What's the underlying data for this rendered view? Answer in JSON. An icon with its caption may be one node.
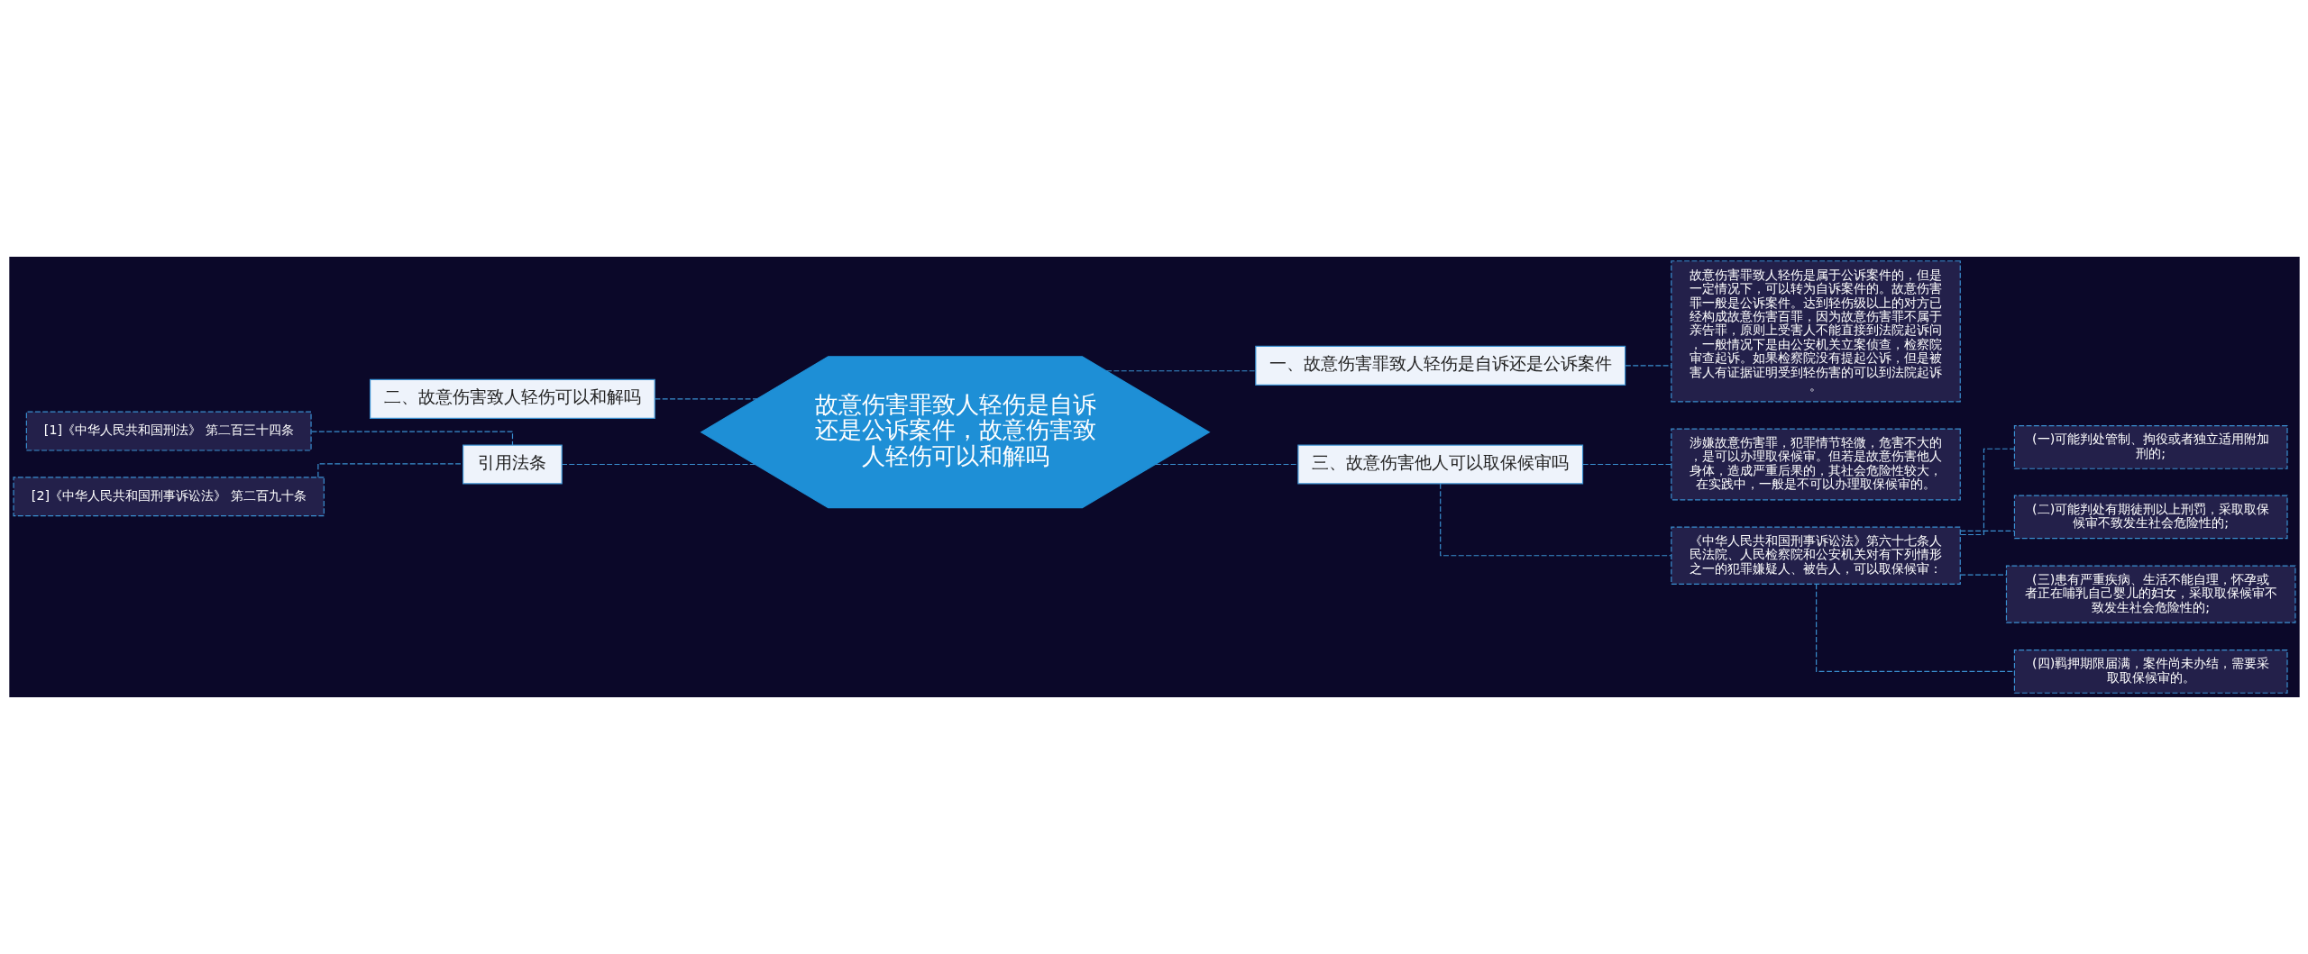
{
  "diagram": {
    "nodes": [
      {
        "text": [
          "故意伤害罪致人轻伤是自诉还是公诉案件，故意伤害致人轻伤可以和解吗"
        ]
      },
      {
        "text": [
          "一、故意伤害罪致人轻伤是自诉还是公诉案件"
        ]
      },
      {
        "text": [
          "故意伤害罪致人轻伤是属于公诉案件的，但是一定情况下，可以转为自诉案件的。故意伤害罪一般是公诉案件。达到轻伤级以上的对方已经构成故意伤害百罪，因为故意伤害罪不属于亲告罪，原则上受害人不能直接到法院起诉问，一般情况下是由公安机关立案侦查，检察院审查起诉。如果检察院没有提起公诉，但是被害人有证据证明受到轻伤害的可以到法院起诉。"
        ]
      },
      {
        "text": [
          "三、故意伤害他人可以取保候审吗"
        ]
      },
      {
        "text": [
          "涉嫌故意伤害罪，犯罪情节轻微，危害不大的，是可以办理取保候审。但若是故意伤害他人身体，造成严重后果的，其社会危险性较大，在实践中，一般是不可以办理取保候审的。"
        ]
      },
      {
        "text": [
          "《中华人民共和国刑事诉讼法》第六十七条人民法院、人民检察院和公安机关对有下列情形之一的犯罪嫌疑人、被告人，可以取保候审："
        ]
      },
      {
        "text": [
          "(一)可能判处管制、拘役或者独立适用附加刑的;"
        ]
      },
      {
        "text": [
          "(二)可能判处有期徒刑以上刑罚，采取取保候审不致发生社会危险性的;"
        ]
      },
      {
        "text": [
          "(三)患有严重疾病、生活不能自理，怀孕或者正在哺乳自己婴儿的妇女，采取取保候审不致发生社会危险性的;"
        ]
      },
      {
        "text": [
          "(四)羁押期限届满，案件尚未办结，需要采取取保候审的。"
        ]
      },
      {
        "text": [
          "二、故意伤害致人轻伤可以和解吗"
        ]
      },
      {
        "text": [
          "引用法条"
        ]
      },
      {
        "text": [
          "[1]《中华人民共和国刑法》 第二百三十四条"
        ]
      },
      {
        "text": [
          "[2]《中华人民共和国刑事诉讼法》 第二百九十条"
        ]
      }
    ],
    "edges": [
      {
        "from": 0,
        "to": 1,
        "arrow": "none",
        "style": "dashed"
      },
      {
        "from": 1,
        "to": 2,
        "arrow": "none",
        "style": "dashed"
      },
      {
        "from": 0,
        "to": 3,
        "arrow": "none",
        "style": "dashed"
      },
      {
        "from": 3,
        "to": 4,
        "arrow": "none",
        "style": "dashed"
      },
      {
        "from": 3,
        "to": 5,
        "arrow": "none",
        "style": "dashed"
      },
      {
        "from": 5,
        "to": 6,
        "arrow": "none",
        "style": "dashed"
      },
      {
        "from": 5,
        "to": 7,
        "arrow": "none",
        "style": "dashed"
      },
      {
        "from": 5,
        "to": 8,
        "arrow": "none",
        "style": "dashed"
      },
      {
        "from": 5,
        "to": 9,
        "arrow": "none",
        "style": "dashed"
      },
      {
        "from": 0,
        "to": 10,
        "arrow": "none",
        "style": "dashed"
      },
      {
        "from": 0,
        "to": 11,
        "arrow": "none",
        "style": "dashed"
      },
      {
        "from": 11,
        "to": 12,
        "arrow": "none",
        "style": "dashed"
      },
      {
        "from": 11,
        "to": 13,
        "arrow": "none",
        "style": "dashed"
      }
    ]
  }
}
